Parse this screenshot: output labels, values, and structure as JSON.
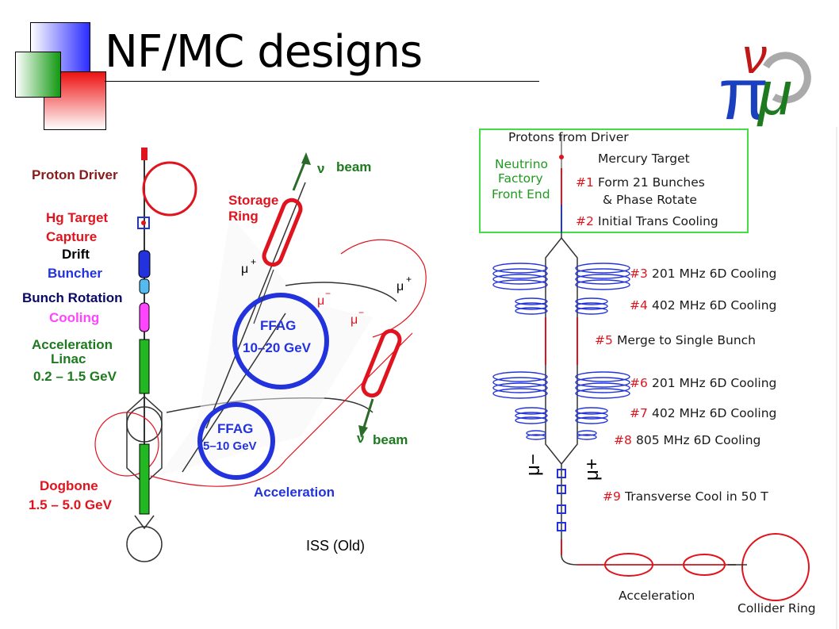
{
  "slide": {
    "title": "NF/MC designs"
  },
  "left_diagram": {
    "caption": "ISS (Old)",
    "labels": {
      "proton_driver": "Proton Driver",
      "hg_target": "Hg  Target",
      "capture": "Capture",
      "drift": "Drift",
      "buncher": "Buncher",
      "bunch_rotation": "Bunch Rotation",
      "cooling": "Cooling",
      "acceleration_linac_1": "Acceleration",
      "acceleration_linac_2": "Linac",
      "linac_energy": "0.2 – 1.5 GeV",
      "dogbone": "Dogbone",
      "dogbone_energy": "1.5 – 5.0 GeV",
      "storage_ring_1": "Storage",
      "storage_ring_2": "Ring",
      "nu_beam_top_symbol": "ν",
      "nu_beam_top_word": "beam",
      "nu_beam_bottom_symbol": "ν",
      "nu_beam_bottom_word": "beam",
      "ffag_large": "FFAG",
      "ffag_large_energy": "10–20 GeV",
      "ffag_small": "FFAG",
      "ffag_small_energy": "5–10 GeV",
      "acceleration": "Acceleration",
      "mu_plus_left": "μ",
      "mu_plus_right": "μ",
      "mu_minus_1": "μ",
      "mu_minus_2": "μ",
      "plus_sign": "+",
      "minus_sign": "−"
    }
  },
  "right_diagram": {
    "front_end": {
      "protons_from_driver": "Protons from Driver",
      "mercury_target": "Mercury Target",
      "front_end_label": [
        "Neutrino",
        "Factory",
        "Front End"
      ]
    },
    "steps": [
      {
        "num": "#1",
        "text": "Form 21 Bunches"
      },
      {
        "num": "",
        "text": "& Phase Rotate"
      },
      {
        "num": "#2",
        "text": "Initial Trans Cooling"
      },
      {
        "num": "#3",
        "text": "201 MHz 6D Cooling"
      },
      {
        "num": "#4",
        "text": "402 MHz 6D Cooling"
      },
      {
        "num": "#5",
        "text": "Merge to Single Bunch"
      },
      {
        "num": "#6",
        "text": "201 MHz 6D Cooling"
      },
      {
        "num": "#7",
        "text": "402 MHz 6D Cooling"
      },
      {
        "num": "#8",
        "text": "805 MHz 6D Cooling"
      },
      {
        "num": "#9",
        "text": "Transverse Cool in 50 T"
      }
    ],
    "mu_minus": "μ−",
    "mu_plus": "μ+",
    "acceleration": "Acceleration",
    "collider_ring": "Collider Ring"
  },
  "colors": {
    "red": "#e0141e",
    "blue": "#2233dd",
    "green": "#22b822",
    "magenta": "#ff44ff",
    "maroon": "#8b1a1a"
  }
}
